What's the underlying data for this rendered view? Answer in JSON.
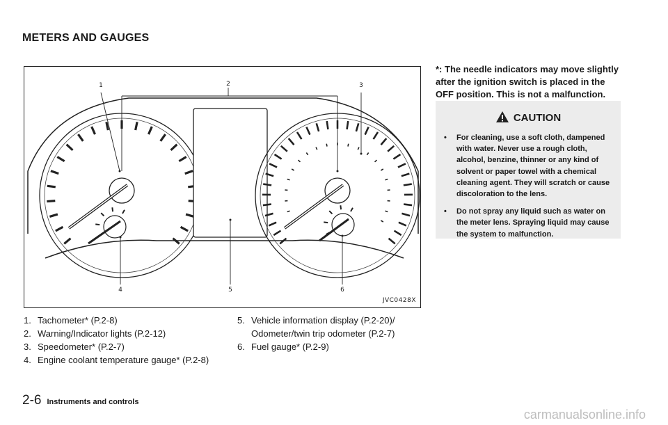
{
  "page": {
    "section_title": "METERS AND GAUGES",
    "figure": {
      "code": "JVC0428X",
      "callouts": [
        "1",
        "2",
        "3",
        "4",
        "5",
        "6"
      ]
    },
    "legend_left": [
      {
        "num": "1.",
        "text": "Tachometer* (P.2-8)"
      },
      {
        "num": "2.",
        "text": "Warning/Indicator lights (P.2-12)"
      },
      {
        "num": "3.",
        "text": "Speedometer* (P.2-7)"
      },
      {
        "num": "4.",
        "text": "Engine coolant temperature gauge* (P.2-8)"
      }
    ],
    "legend_right": [
      {
        "num": "5.",
        "text": "Vehicle information display (P.2-20)/ Odometer/twin trip odometer (P.2-7)"
      },
      {
        "num": "6.",
        "text": "Fuel gauge* (P.2-9)"
      }
    ],
    "note": "*: The needle indicators may move slightly after the ignition switch is placed in the OFF position. This is not a malfunction.",
    "caution": {
      "title": "CAUTION",
      "items": [
        "For cleaning, use a soft cloth, dampened with water. Never use a rough cloth, alcohol, benzine, thinner or any kind of solvent or paper towel with a chemical cleaning agent. They will scratch or cause discoloration to the lens.",
        "Do not spray any liquid such as water on the meter lens. Spraying liquid may cause the system to malfunction."
      ]
    },
    "footer": {
      "page_number": "2-6",
      "chapter": "Instruments and controls"
    },
    "watermark": "carmanualsonline.info"
  }
}
